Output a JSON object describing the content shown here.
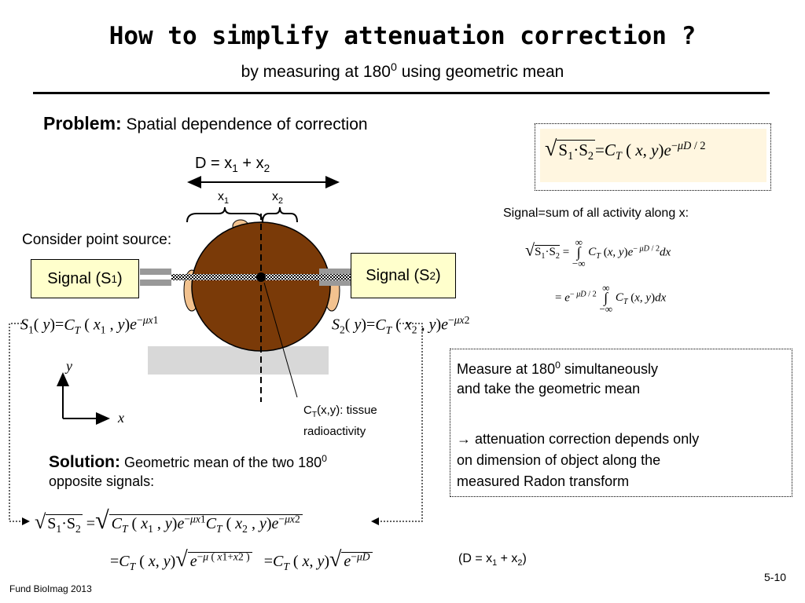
{
  "header": {
    "title": "How to simplify attenuation correction ?",
    "subtitle_pre": "by measuring at 180",
    "subtitle_sup": "0",
    "subtitle_post": " using geometric mean"
  },
  "problem": {
    "label": "Problem:",
    "text": " Spatial dependence of correction"
  },
  "dimension": {
    "d_label": "D = x",
    "d_sub1": "1",
    "d_plus": " + x",
    "d_sub2": "2",
    "x1_label": "x",
    "x1_sub": "1",
    "x2_label": "x",
    "x2_sub": "2"
  },
  "point_source_label": "Consider point source:",
  "signal_left": {
    "text": "Signal (S",
    "sub": "1",
    "close": ")"
  },
  "signal_right": {
    "text": "Signal (S",
    "sub": "2",
    "close": ")"
  },
  "ct_note": {
    "line1_pre": "C",
    "line1_sub": "T",
    "line1_post": "(x,y): tissue",
    "line2": "radioactivity"
  },
  "axes": {
    "y": "y",
    "x": "x"
  },
  "solution": {
    "label": "Solution:",
    "text1_pre": " Geometric mean of the two 180",
    "text1_sup": "0",
    "text2": "opposite signals:"
  },
  "signal_note": "Signal=sum of all activity along x:",
  "measure_box": {
    "line1_pre": "Measure at 180",
    "line1_sup": "0",
    "line1_post": " simultaneously",
    "line2": "and take the geometric mean",
    "line3": "→ attenuation correction depends only",
    "line4": "on dimension of object along the",
    "line5": "measured Radon transform"
  },
  "equations": {
    "s1_eq": "S1(y) = CT(x1, y) e^(-μx1)",
    "s2_eq": "S2(y) = CT(x2, y) e^(-μx2)",
    "gm_top": "√(S1·S2) = CT(x, y) e^(-μD/2)",
    "gm_integral1": "√(S1·S2) = ∫ CT(x, y) e^(-μD/2) dx",
    "gm_integral2": "= e^(-μD/2) ∫ CT(x, y) dx",
    "gm_solution1": "√(S1·S2) = √(CT(x1, y) e^(-μx1) CT(x2, y) e^(-μx2))",
    "gm_solution2": "= CT(x, y) √(e^(-μ(x1+x2))) = CT(x, y) √(e^(-μD))"
  },
  "d_note": {
    "pre": "(D = x",
    "sub1": "1",
    "mid": " + x",
    "sub2": "2",
    "post": ")"
  },
  "footer": {
    "left": "Fund BioImag 2013",
    "right": "5-10"
  },
  "colors": {
    "signal_box": "#ffffcc",
    "head": "#7a3a08",
    "ear": "#f2c28f",
    "bed": "#d8d8d8",
    "formula_box": "#fff6e0"
  }
}
